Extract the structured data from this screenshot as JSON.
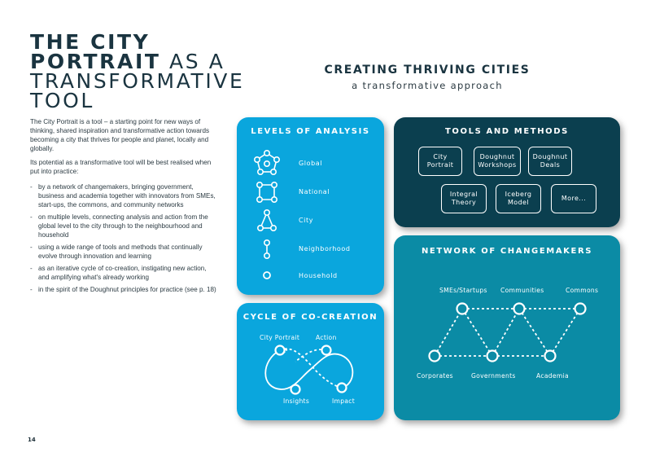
{
  "title": {
    "line1": "THE CITY",
    "line2_bold": "PORTRAIT",
    "line2_light": " AS A",
    "line3": "TRANSFORMATIVE",
    "line4": "TOOL"
  },
  "intro": {
    "p1": "The City Portrait is a tool – a starting point for new ways of thinking, shared inspiration and transformative action towards becoming a city that thrives for people and planet, locally and globally.",
    "p2": "Its potential as a transformative tool will be best realised when put into practice:",
    "bullets": [
      "by a network of changemakers, bringing government, business and academia together with innovators from SMEs, start-ups, the commons, and community networks",
      "on multiple levels, connecting analysis and action from the global level to the city through to the neighbourhood and household",
      "using a wide range of tools and methods that continually evolve through innovation and learning",
      "as an iterative cycle of co-creation, instigating new action, and amplifying what's already working",
      "in the spirit of the Doughnut principles for practice (see p. 18)"
    ]
  },
  "page_number": "14",
  "heading": {
    "title": "CREATING THRIVING CITIES",
    "subtitle": "a transformative approach"
  },
  "levels": {
    "title": "LEVELS OF ANALYSIS",
    "items": [
      "Global",
      "National",
      "City",
      "Neighborhood",
      "Household"
    ]
  },
  "tools": {
    "title": "TOOLS AND METHODS",
    "items": [
      "City\nPortrait",
      "Doughnut\nWorkshops",
      "Doughnut\nDeals",
      "Integral\nTheory",
      "Iceberg\nModel",
      "More..."
    ]
  },
  "network": {
    "title": "NETWORK OF CHANGEMAKERS",
    "top": [
      "SMEs/Startups",
      "Communities",
      "Commons"
    ],
    "bottom": [
      "Corporates",
      "Governments",
      "Academia"
    ]
  },
  "cycle": {
    "title": "CYCLE OF CO-CREATION",
    "labels": [
      "City Portrait",
      "Action",
      "Insights",
      "Impact"
    ]
  },
  "colors": {
    "light_blue": "#0aa6dd",
    "dark_teal": "#0b3f4f",
    "mid_teal": "#0b8ba5",
    "text_dark": "#1a3440"
  }
}
